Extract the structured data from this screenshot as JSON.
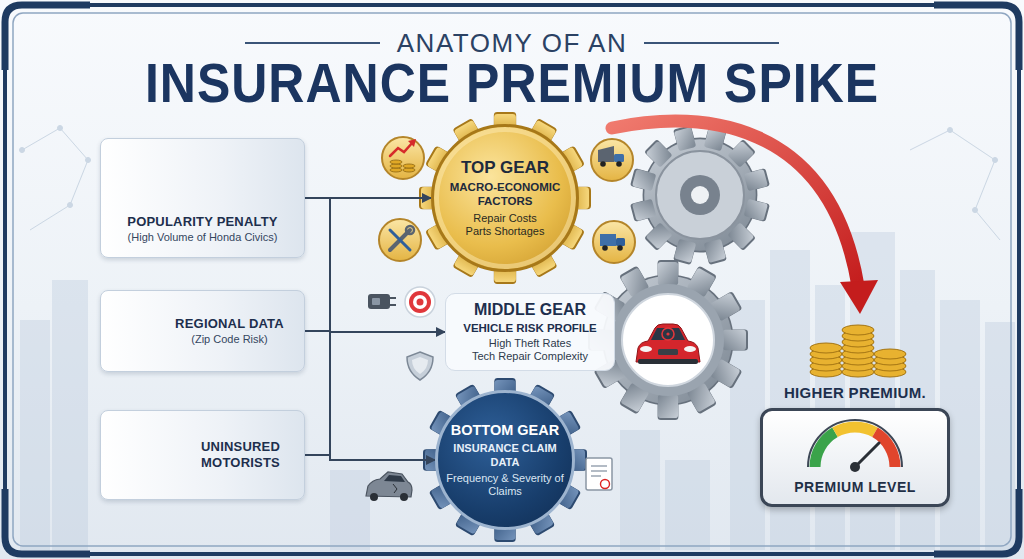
{
  "diagram": {
    "title": "INSURANCE PREMIUM SPIKE",
    "nodes": [
      {
        "text": [
          "POPULARITY PENALTY",
          "(High Volume of Honda Civics)"
        ]
      },
      {
        "text": [
          "REGIONAL DATA",
          "(Zip Code Risk)"
        ]
      },
      {
        "text": [
          "UNINSURED MOTORISTS"
        ]
      },
      {
        "text": [
          "TOP GEAR",
          "MACRO-ECONOMIC FACTORS",
          "Repair Costs",
          "Parts Shortages"
        ]
      },
      {
        "text": [
          "MIDDLE GEAR",
          "VEHICLE RISK PROFILE",
          "High Theft Rates",
          "Tech Repair Complexity"
        ]
      },
      {
        "text": [
          "BOTTOM GEAR",
          "INSURANCE CLAIM DATA",
          "Frequency & Severity of Claims"
        ]
      },
      {
        "text": [
          "HIGHER PREMIUM.",
          "PREMIUM LEVEL"
        ]
      }
    ],
    "edges": [
      {
        "from": 0,
        "to": 3,
        "arrow": "to"
      },
      {
        "from": 1,
        "to": 4,
        "arrow": "to"
      },
      {
        "from": 2,
        "to": 5,
        "arrow": "to"
      }
    ],
    "labels": [
      "ANATOMY OF AN"
    ]
  }
}
